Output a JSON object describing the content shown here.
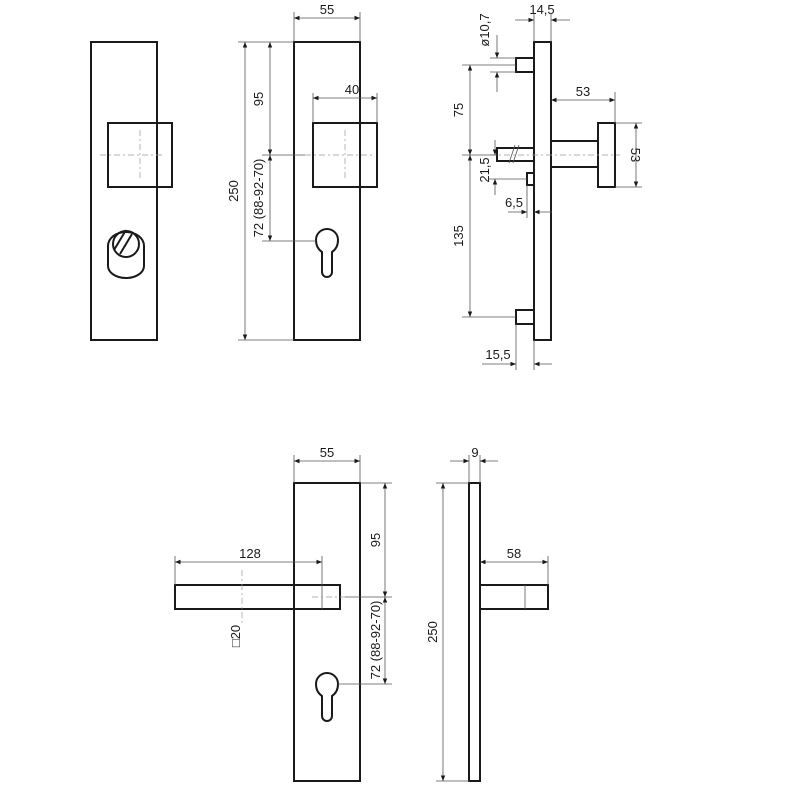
{
  "drawing": {
    "front_knob_plate": {
      "width": "55",
      "height": "250",
      "knob_from_top": "95",
      "knob_width": "40",
      "cylinder_distance": "72 (88-92-70)"
    },
    "side_knob_plate": {
      "spindle_diameter": "ø10,7",
      "plate_thickness": "14,5",
      "top_to_knob": "75",
      "knob_projection": "53",
      "knob_diameter": "53",
      "offset": "21,5",
      "pin": "6,5",
      "knob_to_bottom": "135",
      "base": "15,5"
    },
    "front_lever_plate": {
      "width": "55",
      "lever_length": "128",
      "lever_section": "□20",
      "handle_from_top": "95",
      "cylinder_distance": "72 (88-92-70)"
    },
    "side_lever_plate": {
      "plate_thickness": "9",
      "height": "250",
      "lever_projection": "58"
    }
  }
}
